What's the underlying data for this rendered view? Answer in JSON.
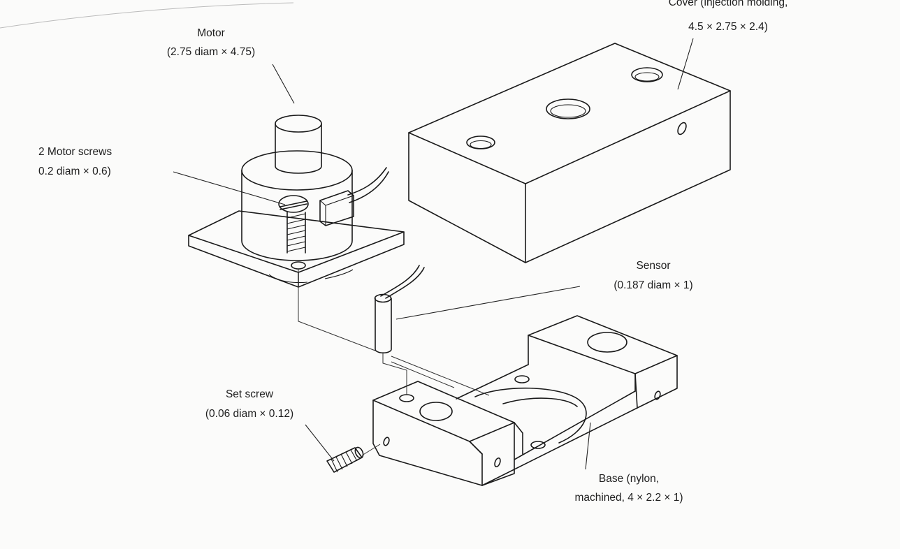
{
  "labels": {
    "cover": {
      "line1": "Cover (injection molding,",
      "line2": "4.5 × 2.75 × 2.4)"
    },
    "motor": {
      "line1": "Motor",
      "line2": "(2.75 diam × 4.75)"
    },
    "motor_screws": {
      "line1": "2 Motor screws",
      "line2": "0.2 diam × 0.6)"
    },
    "sensor": {
      "line1": "Sensor",
      "line2": "(0.187 diam × 1)"
    },
    "set_screw": {
      "line1": "Set screw",
      "line2": "(0.06 diam × 0.12)"
    },
    "base": {
      "line1": "Base (nylon,",
      "line2": "machined, 4 × 2.2 × 1)"
    }
  },
  "colors": {
    "ink": "#1a1a1a",
    "paper": "#fbfbfa"
  }
}
